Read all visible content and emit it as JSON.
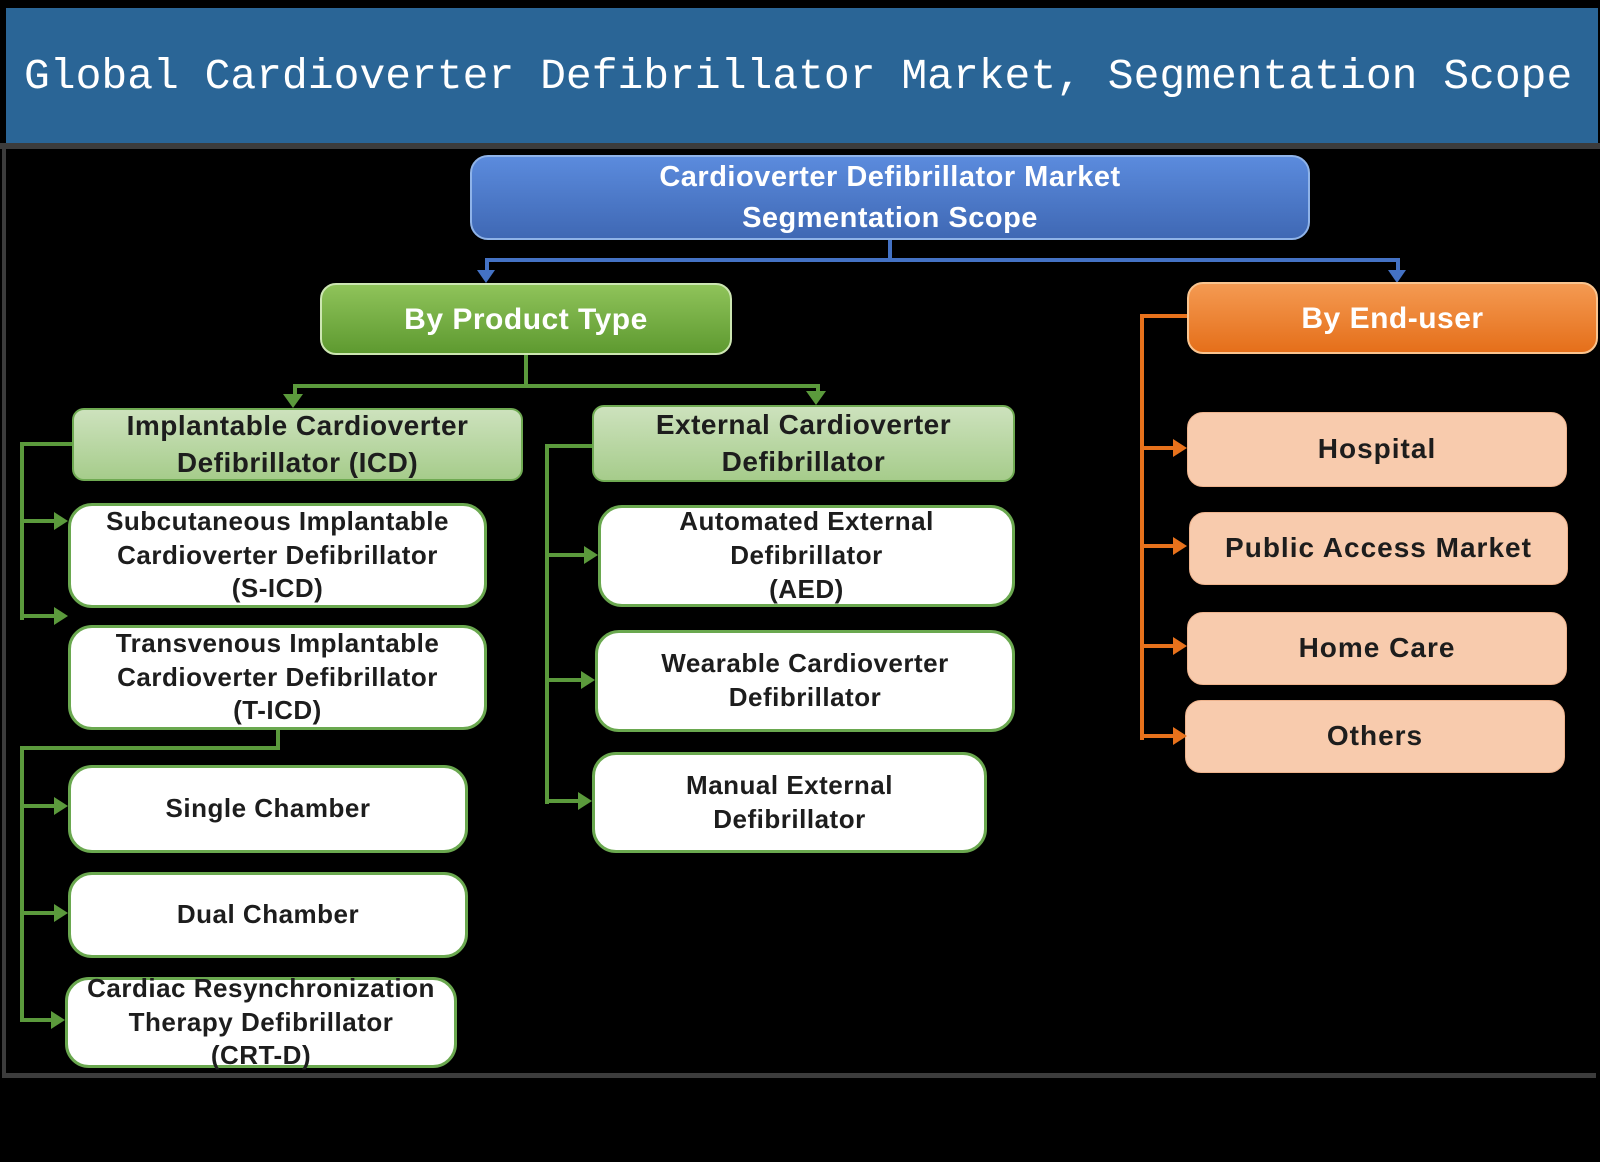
{
  "header": {
    "title": "Global Cardioverter Defibrillator Market, Segmentation Scope"
  },
  "root": {
    "label": "Cardioverter Defibrillator Market\nSegmentation Scope"
  },
  "product": {
    "label": "By Product Type",
    "icd": {
      "label": "Implantable Cardioverter\nDefibrillator (ICD)",
      "children": [
        {
          "label": "Subcutaneous Implantable\nCardioverter Defibrillator\n(S-ICD)"
        },
        {
          "label": "Transvenous Implantable\nCardioverter Defibrillator\n(T-ICD)"
        }
      ],
      "subtypes": [
        {
          "label": "Single Chamber"
        },
        {
          "label": "Dual Chamber"
        },
        {
          "label": "Cardiac Resynchronization\nTherapy Defibrillator\n(CRT-D)"
        }
      ]
    },
    "external": {
      "label": "External Cardioverter\nDefibrillator",
      "children": [
        {
          "label": "Automated External\nDefibrillator\n(AED)"
        },
        {
          "label": "Wearable Cardioverter\nDefibrillator"
        },
        {
          "label": "Manual External\nDefibrillator"
        }
      ]
    }
  },
  "enduser": {
    "label": "By End-user",
    "children": [
      {
        "label": "Hospital"
      },
      {
        "label": "Public Access Market"
      },
      {
        "label": "Home Care"
      },
      {
        "label": "Others"
      }
    ]
  },
  "colors": {
    "header_bg": "#2A6596",
    "root_box": "#4472C4",
    "green_box": "#70AD47",
    "light_green_box": "#B7D7A9",
    "green_border": "#5B9A3C",
    "orange_box": "#ED7D31",
    "peach_box": "#F8CBAD",
    "blue_connector": "#4472C4",
    "green_connector": "#5B9A3C",
    "orange_connector": "#E8721C"
  }
}
